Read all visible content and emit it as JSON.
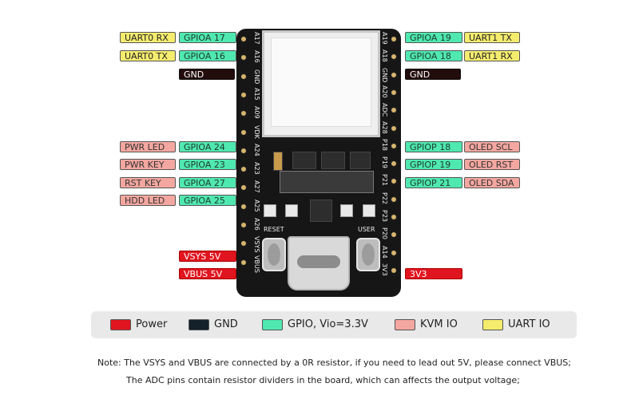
{
  "left_labels": [
    {
      "func": "UART0 RX",
      "gpio": "GPIOA 17"
    },
    {
      "func": "UART0 TX",
      "gpio": "GPIOA 16"
    },
    {
      "gnd": "GND"
    },
    {
      "func": "PWR LED",
      "gpio": "GPIOA 24"
    },
    {
      "func": "PWR KEY",
      "gpio": "GPIOA 23"
    },
    {
      "func": "RST KEY",
      "gpio": "GPIOA 27"
    },
    {
      "func": "HDD LED",
      "gpio": "GPIOA 25"
    },
    {
      "power": "VSYS 5V"
    },
    {
      "power": "VBUS 5V"
    }
  ],
  "right_labels": [
    {
      "gpio": "GPIOA 19",
      "func": "UART1 TX"
    },
    {
      "gpio": "GPIOA 18",
      "func": "UART1 RX"
    },
    {
      "gnd": "GND"
    },
    {
      "gpio": "GPIOP 18",
      "func": "OLED SCL"
    },
    {
      "gpio": "GPIOP 19",
      "func": "OLED RST"
    },
    {
      "gpio": "GPIOP 21",
      "func": "OLED SDA"
    },
    {
      "power": "3V3"
    }
  ],
  "board": {
    "left_pins": [
      "A17",
      "A16",
      "GND",
      "A15",
      "A09",
      "VDK",
      "A24",
      "A23",
      "A27",
      "A25",
      "A26",
      "VSYS",
      "VBUS"
    ],
    "right_pins": [
      "A19",
      "A18",
      "GND",
      "A20",
      "ADC",
      "A28",
      "P18",
      "P19",
      "P21",
      "P22",
      "P23",
      "P20",
      "A14",
      "3V3"
    ],
    "reset_label": "RESET",
    "user_label": "USER"
  },
  "legend": {
    "items": [
      {
        "label": "Power",
        "color": "#e0151f"
      },
      {
        "label": "GND",
        "color": "#14212b"
      },
      {
        "label": "GPIO, Vio=3.3V",
        "color": "#4fe8b0"
      },
      {
        "label": "KVM IO",
        "color": "#f4a7a0"
      },
      {
        "label": "UART IO",
        "color": "#f5ec6e"
      }
    ]
  },
  "notes": {
    "line1": "Note:  The VSYS and VBUS are connected by a 0R resistor, if you need to lead out 5V, please connect VBUS;",
    "line2": "The ADC pins contain resistor dividers in the board, which can affects the output voltage;"
  }
}
